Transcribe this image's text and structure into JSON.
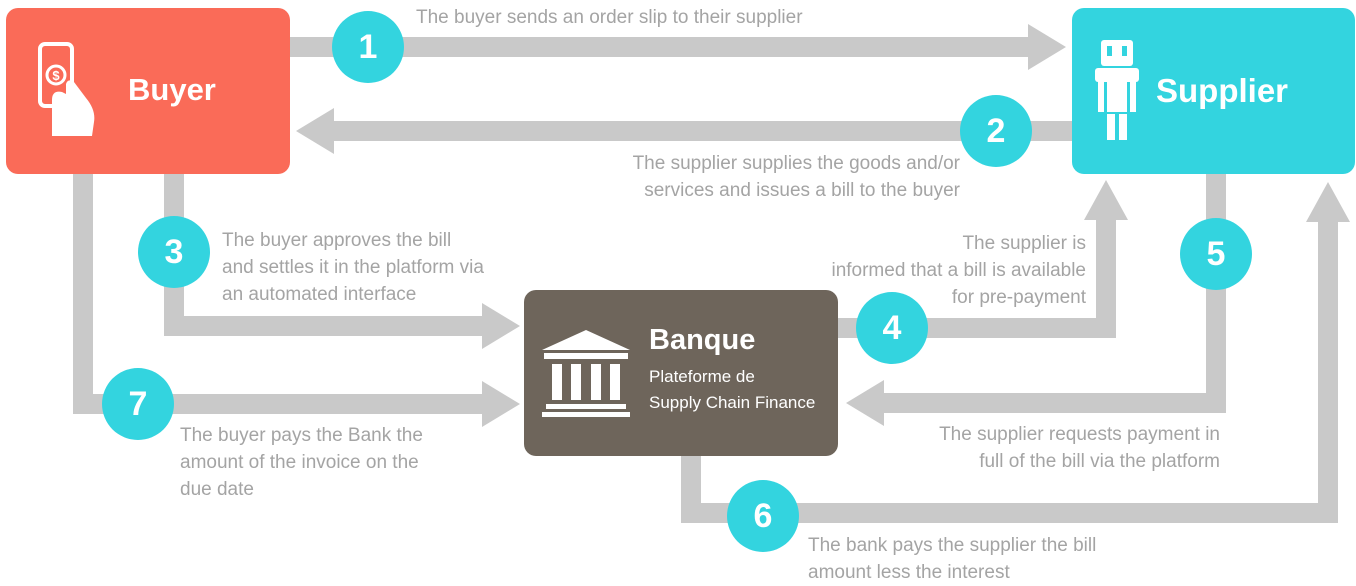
{
  "colors": {
    "buyer": "#fa6b58",
    "supplier": "#33d4df",
    "bank": "#6e655b",
    "step": "#33d4df",
    "arrow": "#c9c9c9",
    "label_text": "#a4a4a4"
  },
  "buyer": {
    "title": "Buyer",
    "icon": "hand-holding-money-icon"
  },
  "supplier": {
    "title": "Supplier",
    "icon": "worker-icon"
  },
  "bank": {
    "title": "Banque",
    "subtitle_1": "Plateforme de",
    "subtitle_2": "Supply Chain Finance",
    "icon": "bank-building-icon"
  },
  "steps": [
    {
      "number": "1",
      "lines": [
        "The buyer sends an order slip to their supplier"
      ]
    },
    {
      "number": "2",
      "lines": [
        "The supplier supplies the goods and/or",
        "services and issues a bill to the buyer"
      ]
    },
    {
      "number": "3",
      "lines": [
        "The buyer approves the bill",
        "and settles it in the platform via",
        "an automated interface"
      ]
    },
    {
      "number": "4",
      "lines": [
        "The supplier is",
        "informed that a bill is available",
        "for pre-payment"
      ]
    },
    {
      "number": "5",
      "lines": [
        "The supplier requests payment in",
        "full of the bill via the platform"
      ]
    },
    {
      "number": "6",
      "lines": [
        "The bank pays the supplier the bill",
        "amount less the interest"
      ]
    },
    {
      "number": "7",
      "lines": [
        "The buyer pays the Bank the",
        "amount of the invoice on the",
        "due date"
      ]
    }
  ]
}
